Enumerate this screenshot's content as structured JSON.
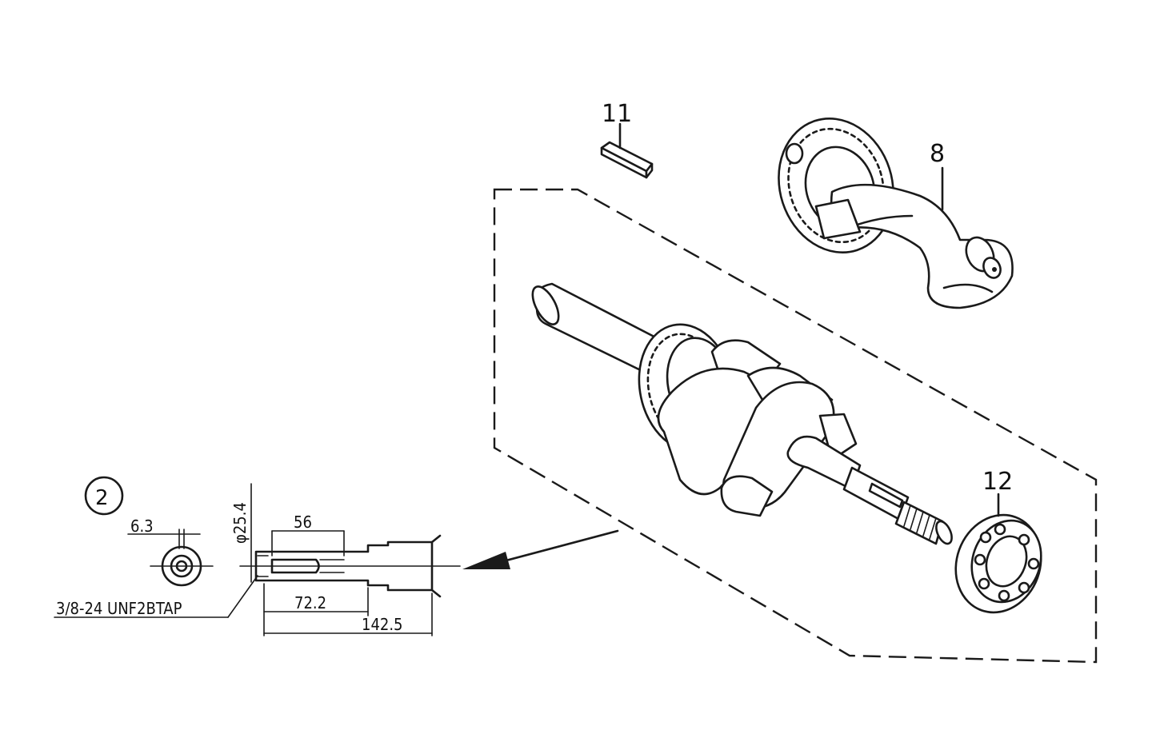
{
  "callouts": {
    "key": "11",
    "balancer_shaft": "8",
    "bearing": "12",
    "variant": "2"
  },
  "dimensions": {
    "keyway_width": "6.3",
    "shaft_diameter": "φ25.4",
    "keyway_length": "56",
    "thread_spec": "3/8-24 UNF2BTAP",
    "taper_length": "72.2",
    "overall_length": "142.5"
  }
}
